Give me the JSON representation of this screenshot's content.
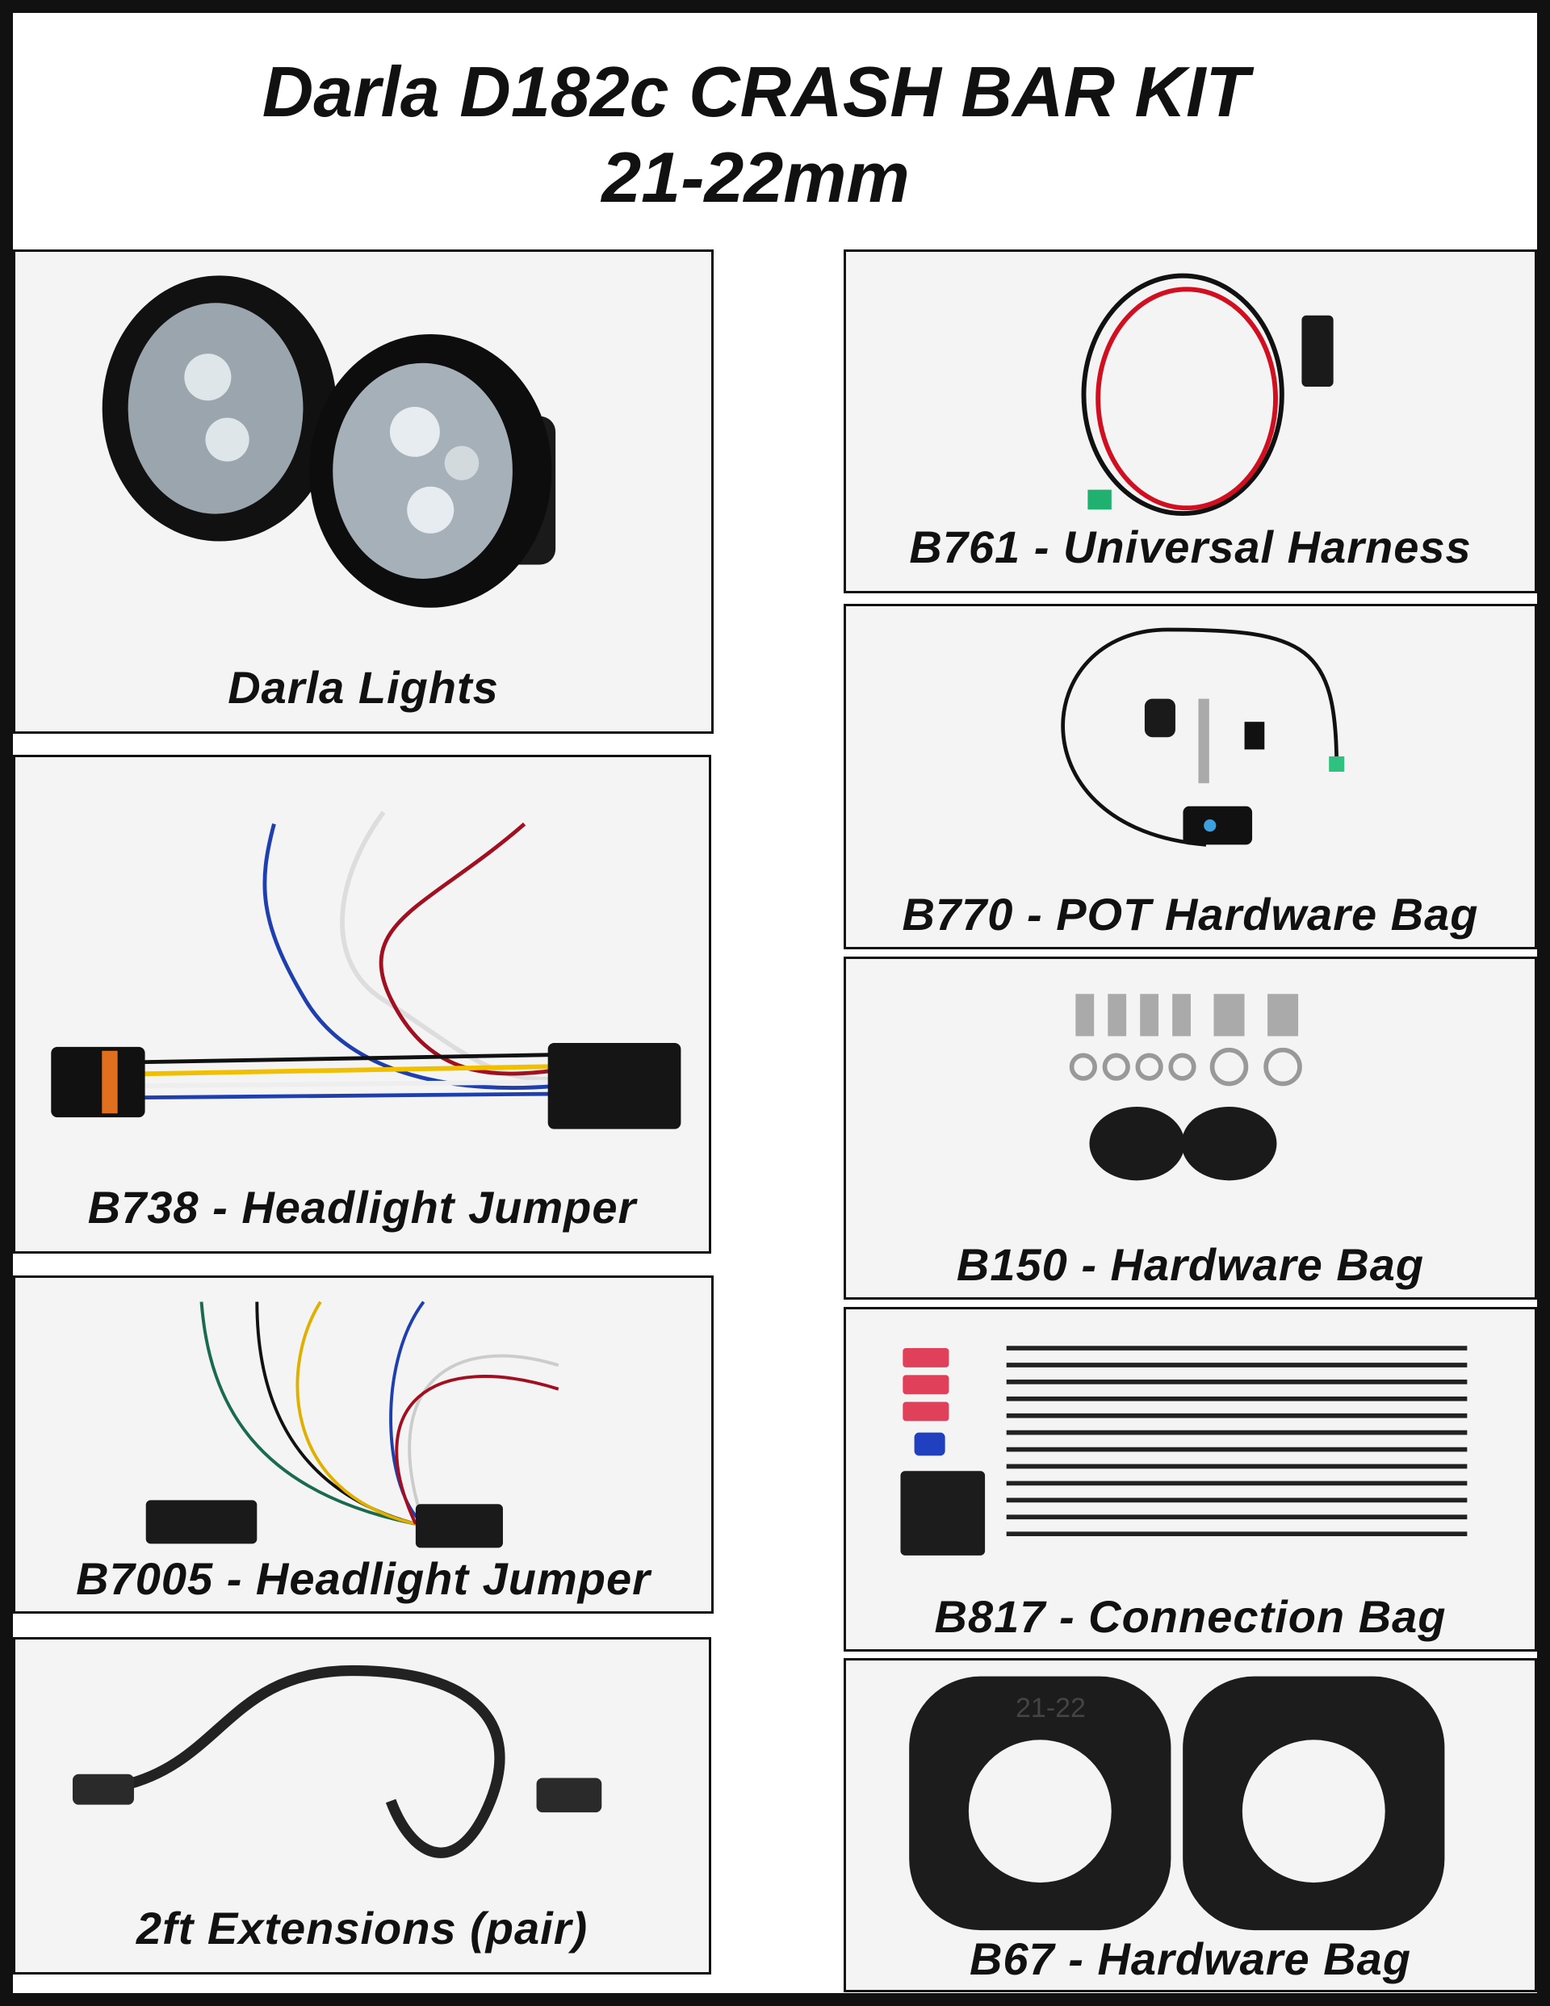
{
  "header": {
    "title_line1": "Darla D182c CRASH BAR KIT",
    "title_line2": "21-22mm"
  },
  "panels": {
    "darla_lights": {
      "label": "Darla Lights"
    },
    "b738": {
      "label": "B738 - Headlight Jumper"
    },
    "b7005": {
      "label": "B7005 - Headlight Jumper"
    },
    "extensions": {
      "label": "2ft Extensions (pair)"
    },
    "b761": {
      "label": "B761 - Universal Harness"
    },
    "b770": {
      "label": "B770 - POT Hardware Bag"
    },
    "b150": {
      "label": "B150 - Hardware Bag"
    },
    "b817": {
      "label": "B817 - Connection Bag"
    },
    "b67": {
      "label": "B67 - Hardware Bag",
      "clamp_marking": "21-22"
    }
  }
}
